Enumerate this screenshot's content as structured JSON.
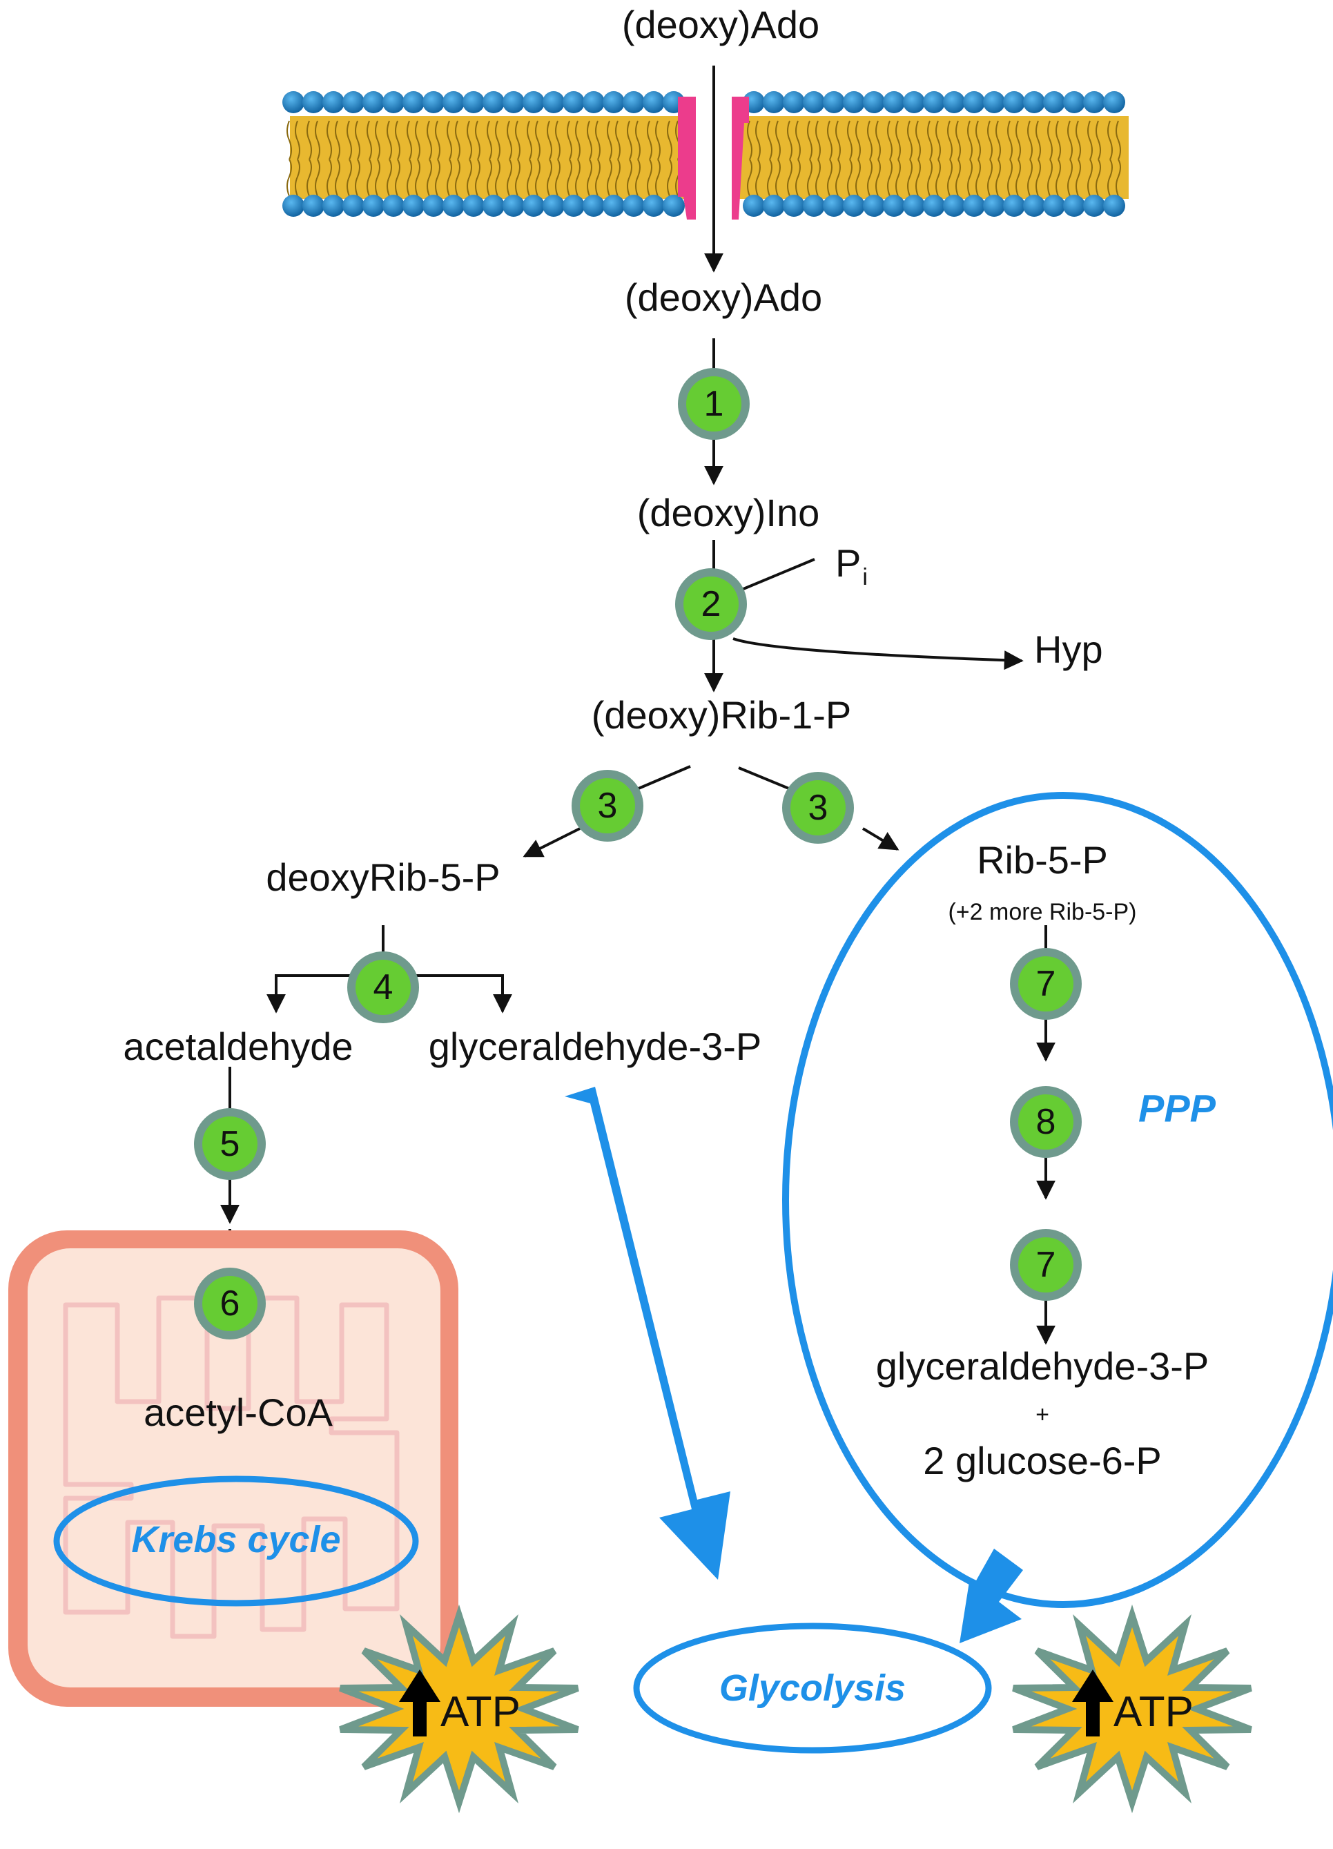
{
  "metabolites": {
    "ado_out": "(deoxy)Ado",
    "ado_in": "(deoxy)Ado",
    "ino": "(deoxy)Ino",
    "pi_main": "P",
    "pi_sub": "i",
    "hyp": "Hyp",
    "rib1p": "(deoxy)Rib-1-P",
    "deoxyrib5p": "deoxyRib-5-P",
    "acetaldehyde": "acetaldehyde",
    "g3p_left": "glyceraldehyde-3-P",
    "acetylcoa": "acetyl-CoA",
    "rib5p": "Rib-5-P",
    "more_rib5p": "(+2 more Rib-5-P)",
    "g3p_right": "glyceraldehyde-3-P",
    "plus": "+",
    "glucose6p": "2 glucose-6-P"
  },
  "steps": {
    "s1": "1",
    "s2": "2",
    "s3a": "3",
    "s3b": "3",
    "s4": "4",
    "s5": "5",
    "s6": "6",
    "s7a": "7",
    "s8": "8",
    "s7b": "7"
  },
  "pathways": {
    "ppp": "PPP",
    "krebs": "Krebs  cycle",
    "glycolysis": "Glycolysis"
  },
  "atp": {
    "left": "ATP",
    "right": "ATP"
  },
  "colors": {
    "step_fill": "#66cc33",
    "step_ring": "#6f9a8d",
    "pathway_blue": "#1e90e8",
    "transporter": "#ec3c8c",
    "lipid_head": "#1a7fc4",
    "lipid_tail": "#e8b830",
    "mito_outer": "#f0907a",
    "mito_inner": "#fce4d8",
    "atp_burst": "#f7bb16",
    "atp_burst_edge": "#6f9a8d"
  }
}
